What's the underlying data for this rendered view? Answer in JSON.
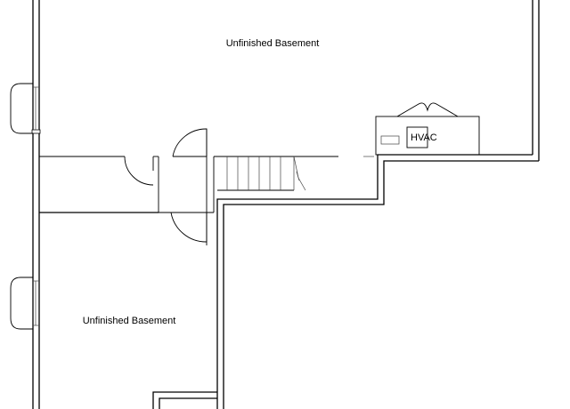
{
  "floorplan": {
    "rooms": [
      {
        "label": "Unfinished Basement"
      },
      {
        "label": "Unfinished Basement"
      }
    ],
    "equipment": {
      "hvac_label": "HVAC"
    }
  }
}
